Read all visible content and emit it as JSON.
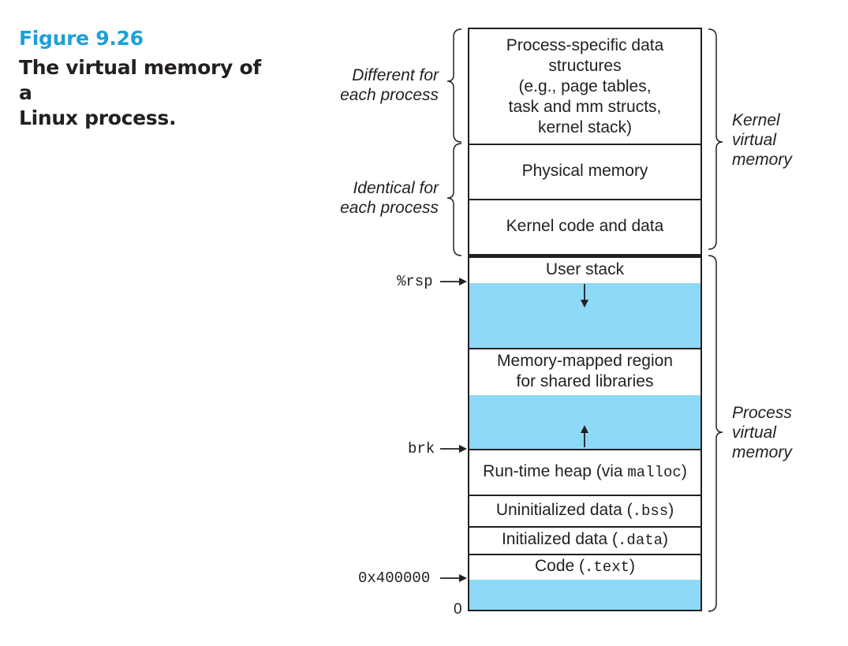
{
  "figure": {
    "number": "Figure 9.26",
    "caption": "The virtual memory of a\nLinux process."
  },
  "left_brackets": {
    "different": "Different for\neach process",
    "identical": "Identical for\neach process"
  },
  "right_brackets": {
    "kernel": "Kernel\nvirtual\nmemory",
    "process": "Process\nvirtual\nmemory"
  },
  "segments": {
    "process_specific": "Process-specific data\nstructures\n(e.g., page tables,\ntask and mm structs,\nkernel stack)",
    "physical_memory": "Physical memory",
    "kernel_code": "Kernel code and data",
    "user_stack": "User stack",
    "mmap_region": "Memory-mapped region\nfor shared libraries",
    "heap_text": "Run-time heap (via ",
    "heap_code": "malloc",
    "heap_close": ")",
    "bss_text": "Uninitialized data (",
    "bss_code": ".bss",
    "bss_close": ")",
    "data_text": "Initialized data (",
    "data_code": ".data",
    "data_close": ")",
    "code_text": "Code (",
    "code_code": ".text",
    "code_close": ")"
  },
  "pointers": {
    "rsp": "%rsp",
    "brk": "brk",
    "text_start": "0x400000",
    "zero": "0"
  },
  "colors": {
    "accent": "#1da0d8",
    "unused_region": "#8ed8f8",
    "ink": "#231f20"
  }
}
